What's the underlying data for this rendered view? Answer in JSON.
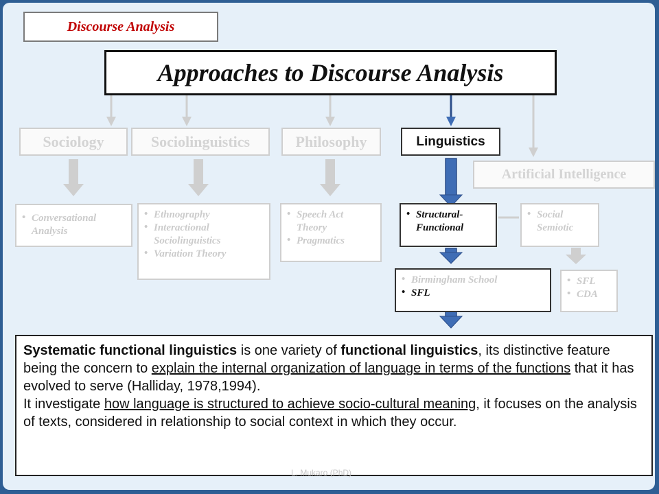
{
  "header": {
    "tag": "Discourse Analysis",
    "title": "Approaches to Discourse Analysis"
  },
  "categories": [
    "Sociology",
    "Sociolinguistics",
    "Philosophy",
    "Linguistics",
    "Artificial Intelligence"
  ],
  "sociology": [
    "Conversational Analysis"
  ],
  "sociolinguistics": [
    "Ethnography",
    "Interactional Sociolinguistics",
    "Variation Theory"
  ],
  "philosophy": [
    "Speech Act Theory",
    "Pragmatics"
  ],
  "linguistics_sub": [
    "Structural-Functional"
  ],
  "ai_sub": [
    "Social Semiotic"
  ],
  "linguistics_sub2": [
    "Birmingham  School",
    "SFL"
  ],
  "ai_sub2": [
    "SFL",
    "CDA"
  ],
  "body": {
    "p1": [
      {
        "t": "Systematic functional linguistics",
        "s": "b"
      },
      {
        "t": " is one variety of ",
        "s": ""
      },
      {
        "t": "functional linguistics",
        "s": "b"
      },
      {
        "t": ", its distinctive feature being the concern to ",
        "s": ""
      },
      {
        "t": "explain the internal organization of language in terms of the functions",
        "s": "u"
      },
      {
        "t": " that it has evolved to serve (Halliday, 1978,1994).",
        "s": ""
      }
    ],
    "p2": [
      {
        "t": "It investigate ",
        "s": ""
      },
      {
        "t": "how language is structured to achieve socio-cultural meaning",
        "s": "u"
      },
      {
        "t": ", it focuses on the analysis of texts, considered in relationship to social context in which they occur.",
        "s": ""
      }
    ]
  },
  "footer": "L. Mukaro (PhD)"
}
